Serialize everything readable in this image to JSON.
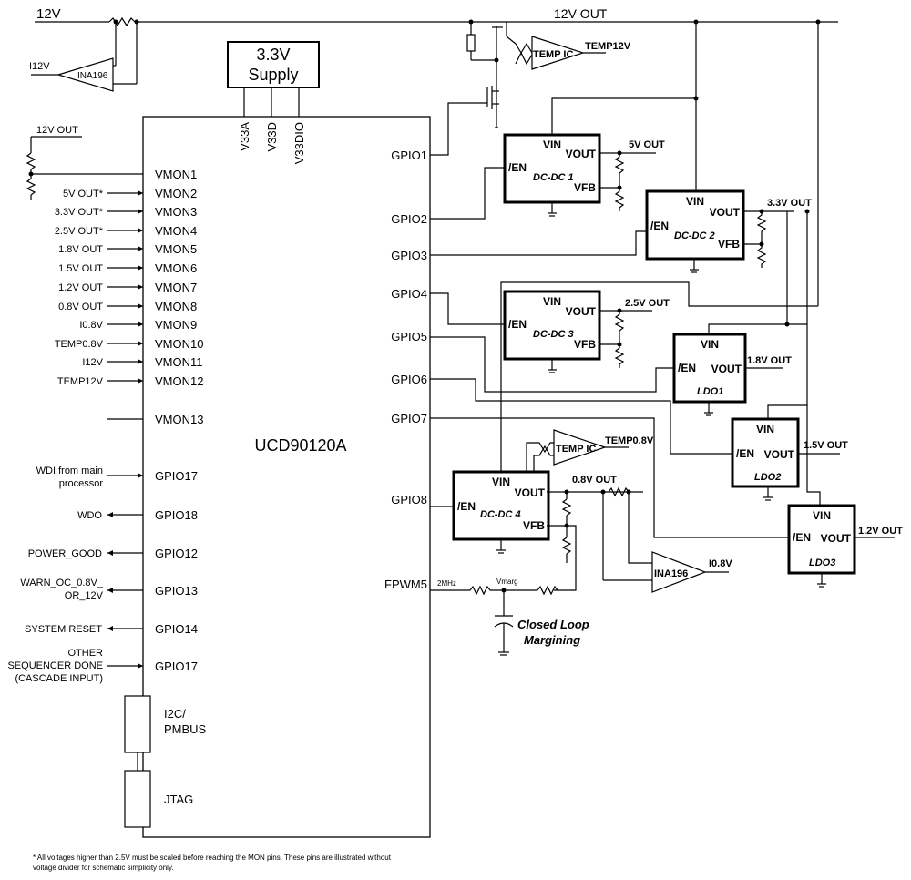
{
  "main_chip": {
    "name": "UCD90120A",
    "left_pins": [
      "VMON1",
      "VMON2",
      "VMON3",
      "VMON4",
      "VMON5",
      "VMON6",
      "VMON7",
      "VMON8",
      "VMON9",
      "VMON10",
      "VMON11",
      "VMON12",
      "VMON13",
      "GPIO17",
      "GPIO18",
      "GPIO12",
      "GPIO13",
      "GPIO14",
      "GPIO17"
    ],
    "right_pins": [
      "GPIO1",
      "GPIO2",
      "GPIO3",
      "GPIO4",
      "GPIO5",
      "GPIO6",
      "GPIO7",
      "GPIO8",
      "FPWM5"
    ],
    "top_pins": [
      "V33A",
      "V33D",
      "V33DIO"
    ],
    "interfaces": [
      "I2C/\nPMBUS",
      "JTAG"
    ]
  },
  "vmon_signals": [
    "12V OUT",
    "5V OUT*",
    "3.3V OUT*",
    "2.5V OUT*",
    "1.8V OUT",
    "1.5V OUT",
    "1.2V OUT",
    "0.8V OUT",
    "I0.8V",
    "TEMP0.8V",
    "I12V",
    "TEMP12V"
  ],
  "gpio_signals": {
    "wdi": [
      "WDI from main",
      "processor"
    ],
    "wdo": "WDO",
    "power_good": "POWER_GOOD",
    "warn": [
      "WARN_OC_0.8V_",
      "OR_12V"
    ],
    "reset": "SYSTEM RESET",
    "other": [
      "OTHER",
      "SEQUENCER DONE",
      "(CASCADE INPUT)"
    ]
  },
  "supply": {
    "line1": "3.3V",
    "line2": "Supply"
  },
  "rails": {
    "in": "12V",
    "out": "12V OUT"
  },
  "ina_12v": {
    "name": "INA196",
    "out": "I12V"
  },
  "temp_12v": {
    "name": "TEMP IC",
    "out": "TEMP12V"
  },
  "converters": [
    {
      "name": "DC-DC 1",
      "out": "5V OUT"
    },
    {
      "name": "DC-DC 2",
      "out": "3.3V OUT"
    },
    {
      "name": "DC-DC 3",
      "out": "2.5V OUT"
    },
    {
      "name": "LDO1",
      "out": "1.8V OUT"
    },
    {
      "name": "LDO2",
      "out": "1.5V OUT"
    },
    {
      "name": "DC-DC 4",
      "out": "0.8V OUT"
    },
    {
      "name": "LDO3",
      "out": "1.2V OUT"
    }
  ],
  "pin_labels": {
    "vin": "VIN",
    "vout": "VOUT",
    "en": "/EN",
    "vfb": "VFB"
  },
  "temp_08": {
    "name": "TEMP IC",
    "out": "TEMP0.8V"
  },
  "ina_08": {
    "name": "INA196",
    "out": "I0.8V"
  },
  "margining": {
    "freq": "2MHz",
    "node": "Vmarg",
    "caption1": "Closed Loop",
    "caption2": "Margining"
  },
  "footnote": [
    "* All voltages higher than 2.5V must be scaled before reaching the MON pins. These pins are illustrated without",
    "voltage divider for schematic simplicity only."
  ]
}
